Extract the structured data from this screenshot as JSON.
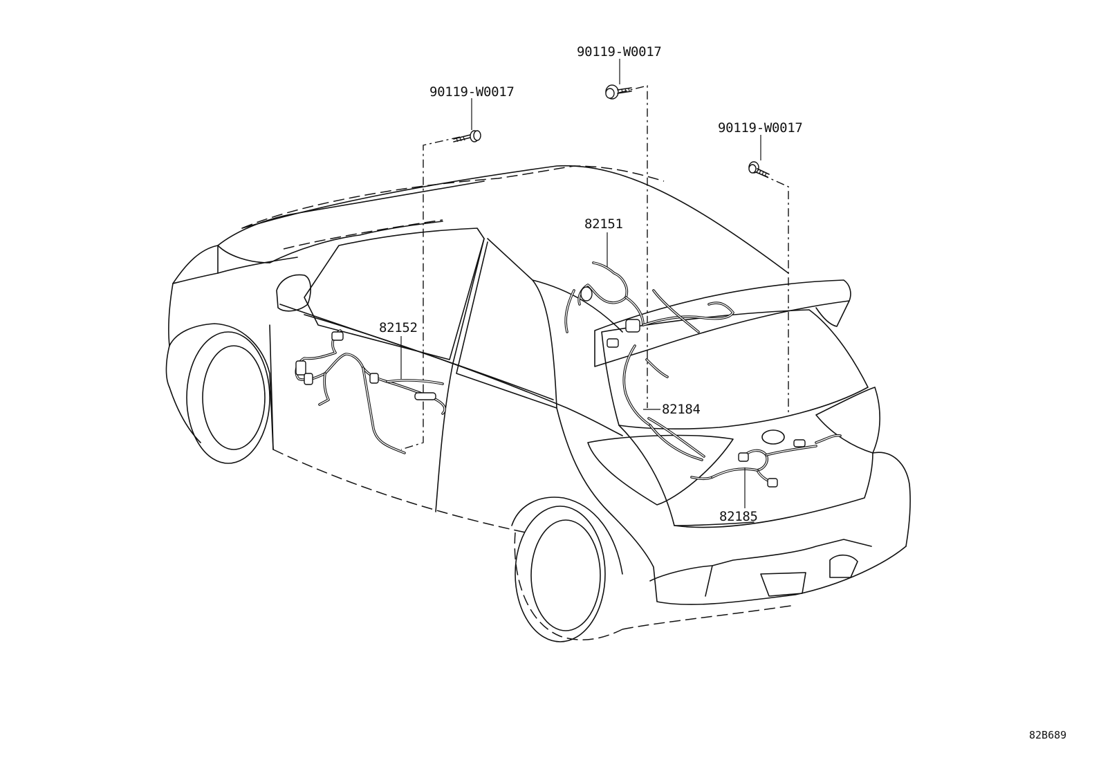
{
  "diagram": {
    "labels": {
      "bolt_left": "90119-W0017",
      "bolt_top": "90119-W0017",
      "bolt_right": "90119-W0017",
      "wire_roof": "82151",
      "wire_door": "82152",
      "wire_backdoor": "82184",
      "wire_rear": "82185"
    },
    "illustration_code": "82B689"
  }
}
